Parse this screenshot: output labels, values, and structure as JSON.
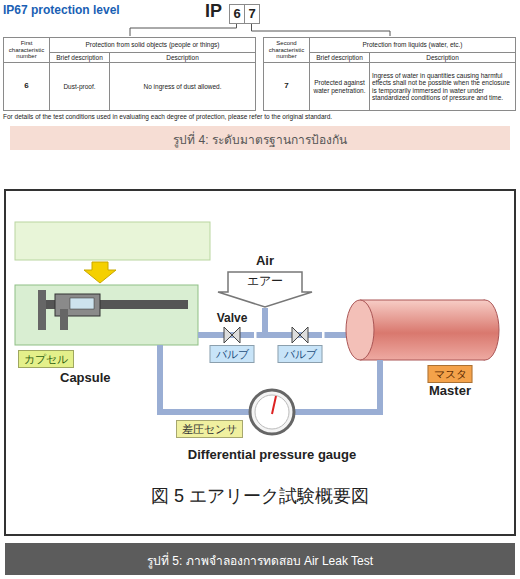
{
  "diagram": {
    "title": "IP67 protection level",
    "caption": "รูปที่ 5: ภาพจำลองการทดสอบ Air Leak Test",
    "nodes": [
      {
        "text": [
          "カプセル",
          "Capsule"
        ]
      },
      {
        "text": [
          "Air",
          "エアー"
        ]
      },
      {
        "text": [
          "Valve",
          "バルブ"
        ]
      },
      {
        "text": [
          "バルブ"
        ]
      },
      {
        "text": [
          "マスタ",
          "Master"
        ]
      },
      {
        "text": [
          "差圧センサ",
          "Differential pressure gauge"
        ]
      }
    ],
    "edges": [
      {
        "from": 0,
        "to": 2,
        "arrow": "none"
      },
      {
        "from": 1,
        "to": 2,
        "arrow": "none"
      },
      {
        "from": 1,
        "to": 3,
        "arrow": "none"
      },
      {
        "from": 3,
        "to": 4,
        "arrow": "none"
      },
      {
        "from": 0,
        "to": 5,
        "arrow": "none"
      },
      {
        "from": 4,
        "to": 5,
        "arrow": "none"
      }
    ],
    "labels": [
      "IP",
      "6",
      "7",
      "First characteristic number",
      "Protection from solid objects (people or things)",
      "Brief description",
      "Description",
      "6",
      "Dust-proof.",
      "No ingress of dust allowed.",
      "Second characteristic number",
      "Protection from liquids (water, etc.)",
      "Brief description",
      "Description",
      "7",
      "Protected against water penetration.",
      "Ingress of water in quantities causing harmful effects shall not be possible when the enclosure is temporarily immersed in water under standardized conditions of pressure and time.",
      "For details of the test conditions used in evaluating each degree of protection, please refer to the original standard.",
      "รูปที่ 4: ระดับมาตรฐานการป้องกัน",
      "図 5 エアリーク試験概要図"
    ]
  }
}
